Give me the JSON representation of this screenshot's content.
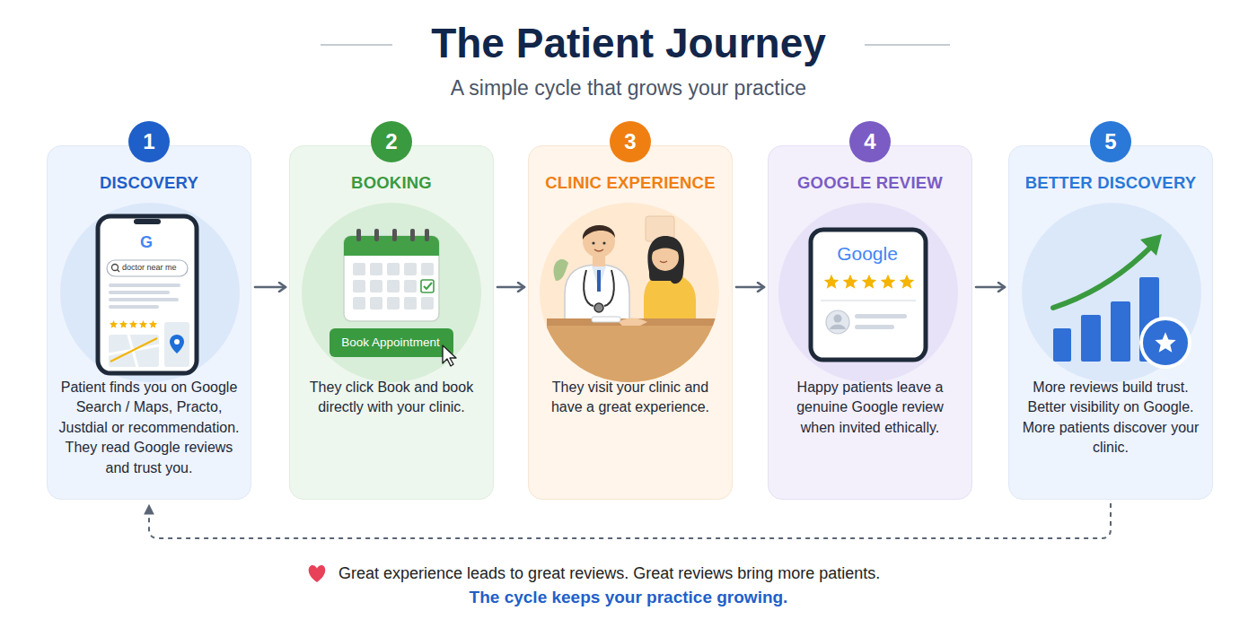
{
  "diagram": {
    "title": "The Patient Journey",
    "nodes": [
      {
        "text": [
          "1",
          "DISCOVERY",
          "Patient finds you on Google Search / Maps, Practo, Justdial or recommendation. They read Google reviews and trust you."
        ]
      },
      {
        "text": [
          "2",
          "BOOKING",
          "They click Book and book directly with your clinic."
        ]
      },
      {
        "text": [
          "3",
          "CLINIC EXPERIENCE",
          "They visit your clinic and have a great experience."
        ]
      },
      {
        "text": [
          "4",
          "GOOGLE REVIEW",
          "Happy patients leave a genuine Google review when invited ethically."
        ]
      },
      {
        "text": [
          "5",
          "BETTER DISCOVERY",
          "More reviews build trust. Better visibility on Google. More patients discover your clinic."
        ]
      }
    ],
    "edges": [
      {
        "from": 0,
        "to": 1,
        "arrow": "to"
      },
      {
        "from": 1,
        "to": 2,
        "arrow": "to"
      },
      {
        "from": 2,
        "to": 3,
        "arrow": "to"
      },
      {
        "from": 3,
        "to": 4,
        "arrow": "to"
      },
      {
        "from": 4,
        "to": 0,
        "arrow": "to"
      }
    ],
    "labels": [
      "A simple cycle that grows your practice",
      "G",
      "doctor near me",
      "Book Appointment",
      "Google",
      "Great experience leads to great reviews. Great reviews bring more patients.",
      "The cycle keeps your practice growing."
    ]
  }
}
